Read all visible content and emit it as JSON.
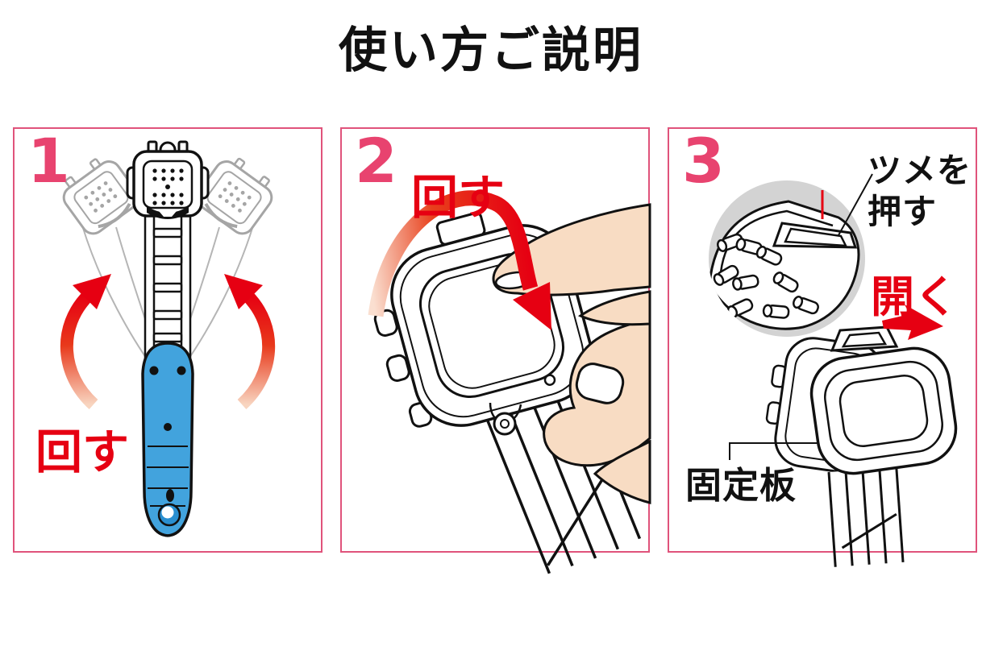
{
  "title": "使い方ご説明",
  "colors": {
    "accent_pink": "#E8436F",
    "border_pink": "#E0537B",
    "signal_red": "#E60012",
    "handle_blue": "#42A3DD",
    "skin": "#F8DCC3",
    "zoom_circle_gray": "#D3D3D3",
    "ghost_gray": "#A5A5A5",
    "ink": "#111111"
  },
  "panels": [
    {
      "number": "1",
      "caption": "回す"
    },
    {
      "number": "2",
      "caption": "回す"
    },
    {
      "number": "3",
      "labels": {
        "tab_line1": "ツメを",
        "tab_line2": "押す",
        "open": "開く",
        "plate": "固定板"
      }
    }
  ]
}
